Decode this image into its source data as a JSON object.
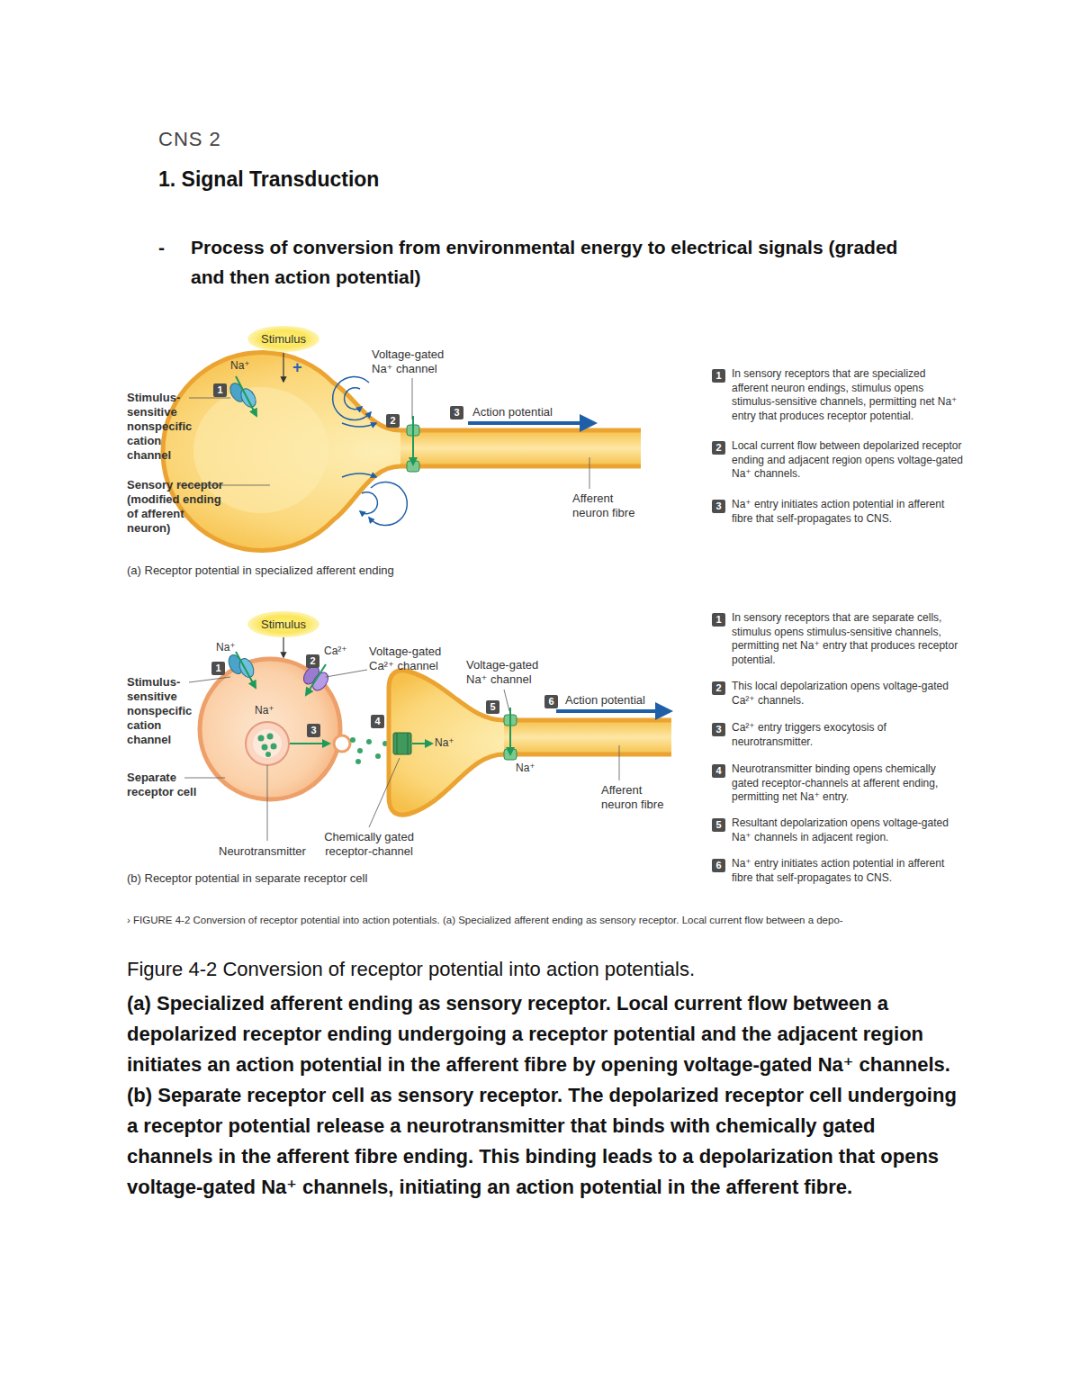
{
  "diagram": {
    "title": "CNS 2",
    "caption": "Figure 4-2 Conversion of receptor potential into action potentials.",
    "nodes": [
      {
        "text": [
          "Stimulus"
        ]
      },
      {
        "text": [
          "Stimulus"
        ]
      }
    ],
    "labels": [
      "1. Signal Transduction",
      "-",
      "Process of conversion from environmental energy to electrical signals (graded and then action potential)",
      "Na⁺",
      "+",
      "1",
      "Stimulus-sensitive nonspecific cation channel",
      "Voltage-gated Na⁺ channel",
      "2",
      "3",
      "Action potential",
      "Sensory receptor (modified ending of afferent neuron)",
      "Afferent neuron fibre",
      "(a) Receptor potential in specialized afferent ending",
      "1",
      "In sensory receptors that are specialized afferent neuron endings, stimulus opens stimulus-sensitive channels, permitting net Na⁺ entry that produces receptor potential.",
      "2",
      "Local current flow between depolarized receptor ending and adjacent region opens voltage-gated Na⁺ channels.",
      "3",
      "Na⁺ entry initiates action potential in afferent fibre that self-propagates to CNS.",
      "Na⁺",
      "1",
      "2",
      "Ca²⁺",
      "Voltage-gated Ca²⁺ channel",
      "Voltage-gated Na⁺ channel",
      "Stimulus-sensitive nonspecific cation channel",
      "Na⁺",
      "3",
      "4",
      "Na⁺",
      "5",
      "Na⁺",
      "6",
      "Action potential",
      "Separate receptor cell",
      "Afferent neuron fibre",
      "Chemically gated receptor-channel",
      "Neurotransmitter",
      "(b) Receptor potential in separate receptor cell",
      "1",
      "In sensory receptors that are separate cells, stimulus opens stimulus-sensitive channels, permitting net Na⁺ entry that produces receptor potential.",
      "2",
      "This local depolarization opens voltage-gated Ca²⁺ channels.",
      "3",
      "Ca²⁺ entry triggers exocytosis of neurotransmitter.",
      "4",
      "Neurotransmitter binding opens chemically gated receptor-channels at afferent ending, permitting net Na⁺ entry.",
      "5",
      "Resultant depolarization opens voltage-gated Na⁺ channels in adjacent region.",
      "6",
      "Na⁺ entry initiates action potential in afferent fibre that self-propagates to CNS.",
      "› FIGURE 4-2 Conversion of receptor potential into action potentials. (a) Specialized afferent ending as sensory receptor. Local current flow between a depo-",
      "(a) Specialized afferent ending as sensory receptor. Local current flow between a depolarized receptor ending undergoing a receptor potential and the adjacent region initiates an action potential in the afferent fibre by opening voltage-gated Na⁺ channels. (b) Separate receptor cell as sensory receptor. The depolarized receptor cell undergoing a receptor potential release a neurotransmitter that binds with chemically gated channels in the afferent fibre ending. This binding leads to a depolarization that opens voltage-gated Na⁺ channels, initiating an action potential in the afferent fibre."
    ]
  }
}
